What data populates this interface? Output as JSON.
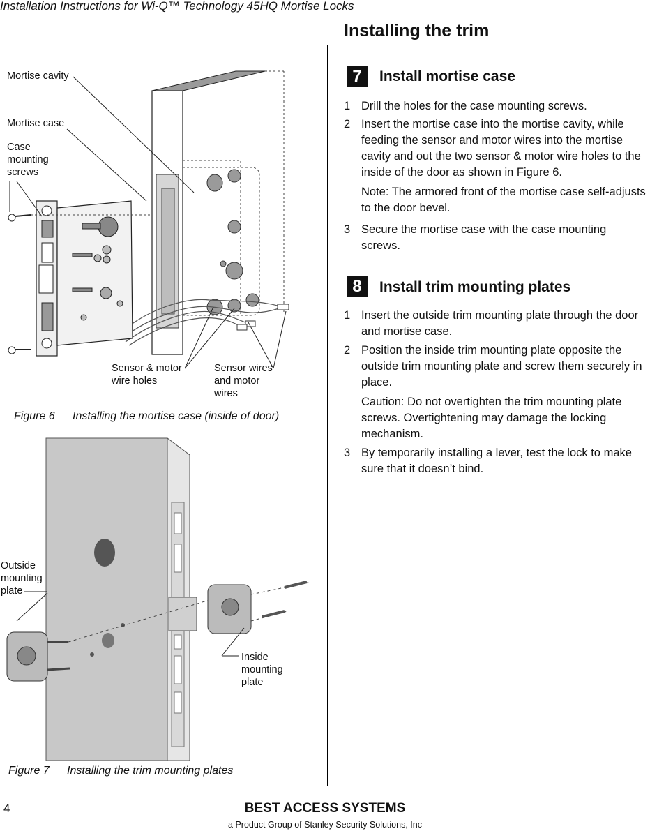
{
  "header": {
    "doc_title": "Installation Instructions for Wi-Q™ Technology 45HQ Mortise Locks",
    "section_title": "Installing the trim"
  },
  "figure6": {
    "labels": {
      "mortise_cavity": "Mortise cavity",
      "mortise_case": "Mortise case",
      "case_screws": "Case\nmounting\nscrews",
      "sensor_holes": "Sensor & motor\nwire holes",
      "sensor_wires": "Sensor wires\nand motor\nwires"
    },
    "caption_num": "Figure 6",
    "caption_text": "Installing the mortise case (inside of door)"
  },
  "figure7": {
    "labels": {
      "outside_plate": "Outside\nmounting\nplate",
      "inside_plate": "Inside\nmounting\nplate"
    },
    "caption_num": "Figure 7",
    "caption_text": "Installing the trim mounting plates"
  },
  "step7": {
    "number": "7",
    "title": "Install mortise case",
    "items": [
      {
        "n": "1",
        "text": "Drill the holes for the case mounting screws."
      },
      {
        "n": "2",
        "text": "Insert the mortise case into the mortise cavity, while feeding the sensor and motor wires into the mortise cavity and out the two sensor & motor wire holes to the inside of the door as shown in Figure 6."
      },
      {
        "n": "",
        "text": "Note: The armored front of the mortise case self-adjusts to the door bevel."
      },
      {
        "n": "3",
        "text": "Secure the mortise case with the case mounting screws."
      }
    ]
  },
  "step8": {
    "number": "8",
    "title": "Install trim mounting plates",
    "items": [
      {
        "n": "1",
        "text": "Insert the outside trim mounting plate through the door and mortise case."
      },
      {
        "n": "2",
        "text": "Position the inside trim mounting plate opposite the outside trim mounting plate and screw them securely in place."
      },
      {
        "n": "",
        "text": "Caution:  Do not overtighten the trim mounting plate screws. Overtightening may damage the locking mechanism."
      },
      {
        "n": "3",
        "text": "By temporarily installing a lever, test the lock to make sure that it doesn’t bind."
      }
    ]
  },
  "footer": {
    "page_number": "4",
    "brand": "BEST ACCESS SYSTEMS",
    "subtitle": "a Product Group of Stanley Security Solutions, Inc"
  }
}
